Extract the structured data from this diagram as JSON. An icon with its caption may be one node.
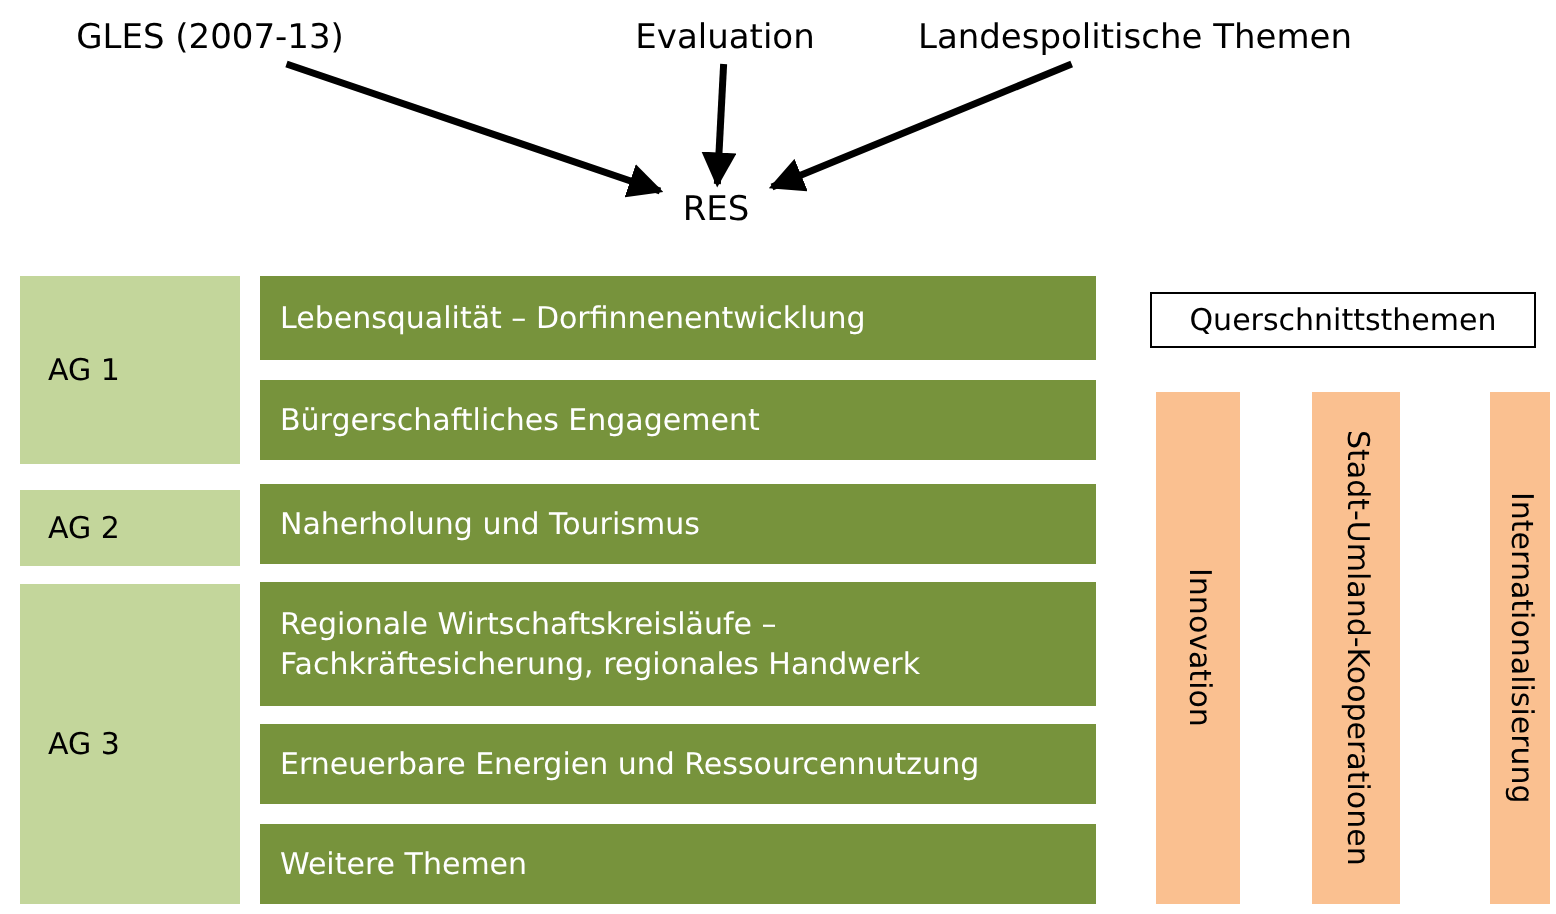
{
  "diagram": {
    "nodes": [
      {
        "text": [
          "GLES (2007-13)"
        ]
      },
      {
        "text": [
          "Evaluation"
        ]
      },
      {
        "text": [
          "Landespolitische Themen"
        ]
      },
      {
        "text": [
          "RES"
        ]
      },
      {
        "text": [
          "AG 1"
        ]
      },
      {
        "text": [
          "AG 2"
        ]
      },
      {
        "text": [
          "AG 3"
        ]
      },
      {
        "text": [
          "Lebensqualität – Dorfinnenentwicklung"
        ]
      },
      {
        "text": [
          "Bürgerschaftliches Engagement"
        ]
      },
      {
        "text": [
          "Naherholung und Tourismus"
        ]
      },
      {
        "text": [
          "Regionale Wirtschaftskreisläufe – Fachkräftesicherung, regionales Handwerk"
        ]
      },
      {
        "text": [
          "Erneuerbare Energien und Ressourcennutzung"
        ]
      },
      {
        "text": [
          "Weitere Themen"
        ]
      },
      {
        "text": [
          "Querschnittsthemen"
        ]
      },
      {
        "text": [
          "Innovation"
        ]
      },
      {
        "text": [
          "Stadt-Umland-Kooperationen"
        ]
      },
      {
        "text": [
          "Internationalisierung"
        ]
      }
    ],
    "edges": [
      {
        "from": 0,
        "to": 3,
        "arrow": "to"
      },
      {
        "from": 1,
        "to": 3,
        "arrow": "to"
      },
      {
        "from": 2,
        "to": 3,
        "arrow": "to"
      }
    ]
  }
}
